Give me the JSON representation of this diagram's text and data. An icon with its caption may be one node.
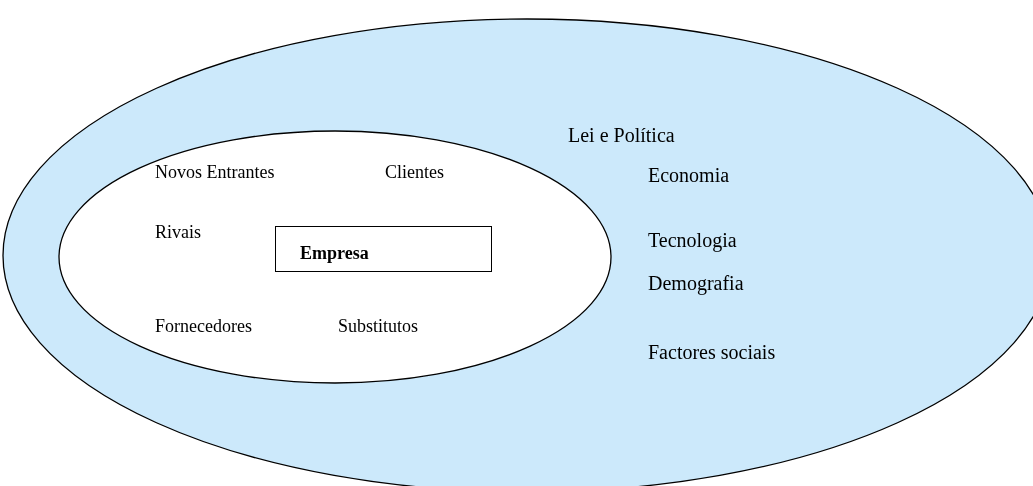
{
  "diagram": {
    "nodes": [
      {
        "text": [
          "Lei e Política",
          "Economia",
          "Tecnologia",
          "Demografia",
          "Factores sociais"
        ]
      },
      {
        "text": [
          "Novos Entrantes",
          "Clientes",
          "Rivais",
          "Fornecedores",
          "Substitutos"
        ],
        "in": 0
      },
      {
        "text": [
          "Empresa"
        ],
        "in": 1
      }
    ]
  }
}
